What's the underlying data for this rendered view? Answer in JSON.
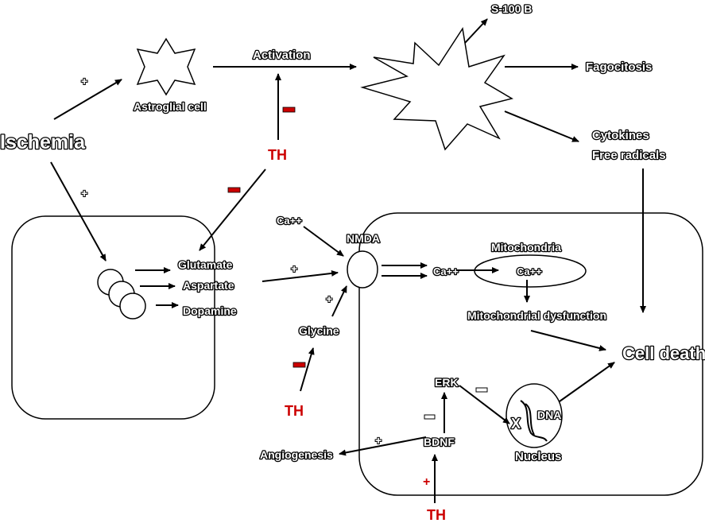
{
  "labels": {
    "ischemia": "Ischemia",
    "astroglial_cell": "Astroglial cell",
    "activation": "Activation",
    "s100b": "S-100 B",
    "fagocitosis": "Fagocitosis",
    "cytokines": "Cytokines",
    "free_radicals": "Free radicals",
    "glutamate": "Glutamate",
    "aspartate": "Aspartate",
    "dopamine": "Dopamine",
    "ca_outside": "Ca++",
    "nmda": "NMDA",
    "ca_inside": "Ca++",
    "mitochondria": "Mitochondria",
    "ca_mito": "Ca++",
    "mito_dysfunction": "Mitochondrial dysfunction",
    "cell_death": "Cell death",
    "glycine": "Glycine",
    "erk": "ERK",
    "bdnf": "BDNF",
    "dna": "DNA",
    "x_mark": "X",
    "nucleus": "Nucleus",
    "angiogenesis": "Angiogenesis"
  },
  "th_labels": {
    "th_top": "TH",
    "th_glycine": "TH",
    "th_bottom": "TH"
  },
  "signs": {
    "plus_ischemia_astro": "+",
    "plus_ischemia_vesicles": "+",
    "plus_to_nmda": "+",
    "plus_glycine": "+",
    "plus_angiogenesis": "+",
    "plus_bdnf_th": "+"
  },
  "colors": {
    "inhibit_red": "#cc0000",
    "line": "#000000",
    "fill": "#ffffff"
  }
}
